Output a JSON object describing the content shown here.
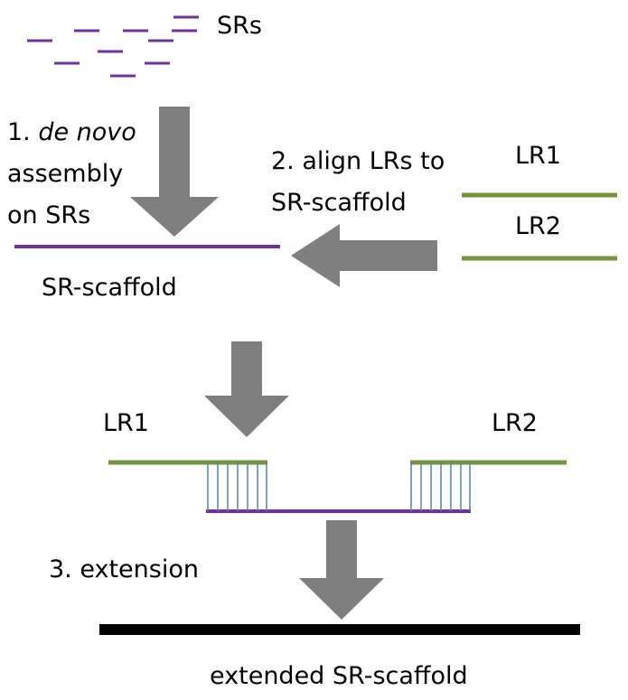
{
  "labels": {
    "srs": "SRs",
    "step1_num": "1. ",
    "step1_italic": "de novo",
    "step1_line2": "assembly",
    "step1_line3": "on SRs",
    "step2_line1": "2. align LRs to",
    "step2_line2": "SR-scaffold",
    "lr1_top": "LR1",
    "lr2_top": "LR2",
    "sr_scaffold": "SR-scaffold",
    "lr1_bottom": "LR1",
    "lr2_bottom": "LR2",
    "step3": "3. extension",
    "extended": "extended SR-scaffold"
  },
  "colors": {
    "short_read": "#7030a0",
    "long_read": "#77933c",
    "arrow": "#7f7f7f",
    "alignment": "#4f81bd",
    "extended": "#000000"
  }
}
